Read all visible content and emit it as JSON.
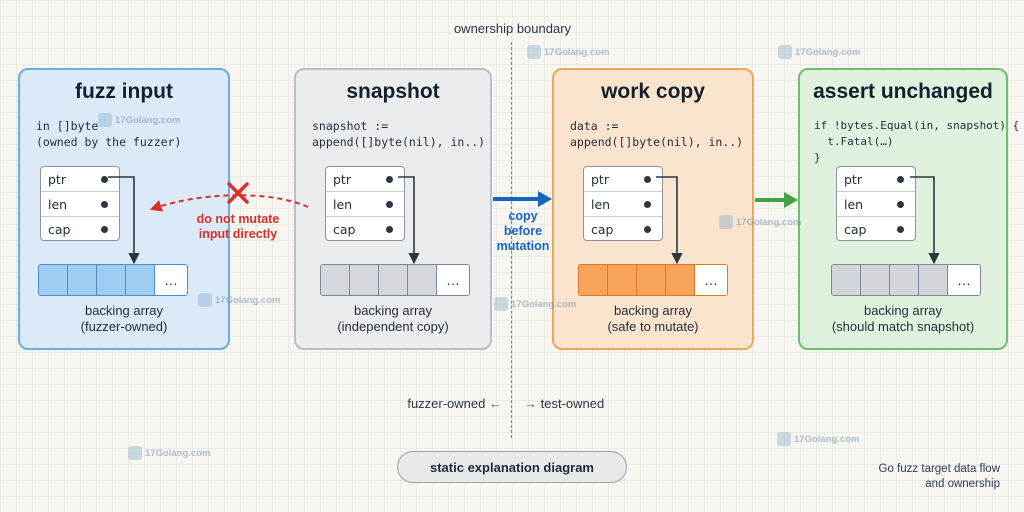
{
  "boundary_label": "ownership boundary",
  "panels": {
    "fuzz": {
      "title": "fuzz input",
      "code": "in []byte\n(owned by the fuzzer)",
      "fields": [
        "ptr",
        "len",
        "cap"
      ],
      "array_label": "backing array\n(fuzzer-owned)",
      "border_color": "#6aaee0",
      "fill_color": "#dceaf8",
      "cell_color": "#9fcdf1"
    },
    "snapshot": {
      "title": "snapshot",
      "code": "snapshot :=\nappend([]byte(nil), in..)",
      "fields": [
        "ptr",
        "len",
        "cap"
      ],
      "array_label": "backing array\n(independent copy)",
      "border_color": "#b9bfc7",
      "fill_color": "#ebecee",
      "cell_color": "#d4d8dc"
    },
    "work": {
      "title": "work copy",
      "code": "data :=\nappend([]byte(nil), in..)",
      "fields": [
        "ptr",
        "len",
        "cap"
      ],
      "array_label": "backing array\n(safe to mutate)",
      "border_color": "#f0a65a",
      "fill_color": "#fbe4cd",
      "cell_color": "#f7a35a"
    },
    "assert": {
      "title": "assert unchanged",
      "code": "if !bytes.Equal(in, snapshot) {\n  t.Fatal(…)\n}",
      "fields": [
        "ptr",
        "len",
        "cap"
      ],
      "array_label": "backing array\n(should match snapshot)",
      "border_color": "#6cbf6e",
      "fill_color": "#e0f1de",
      "cell_color": "#d2d6da"
    }
  },
  "ellipsis": "…",
  "annotations": {
    "do_not_mutate": "do not mutate\ninput directly",
    "copy_before_mutation": "copy\nbefore\nmutation",
    "fuzzer_owned": "fuzzer-owned",
    "test_owned": "test-owned"
  },
  "legend_arrows": {
    "left": "←",
    "right": "→"
  },
  "footer": {
    "caption_pill": "static explanation diagram",
    "note": "Go fuzz target data flow\nand ownership"
  },
  "watermark": "17Golang.com",
  "colors": {
    "red": "#d9302c",
    "blue_arrow": "#1565c0",
    "green_arrow": "#43a047",
    "pointer_line": "#2b3644"
  }
}
